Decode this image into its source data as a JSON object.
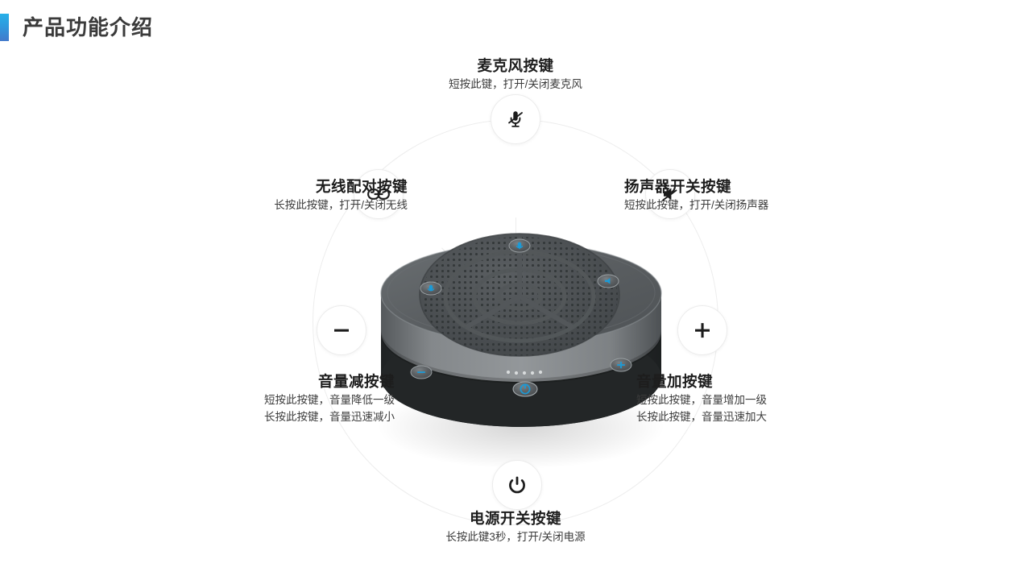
{
  "header": {
    "title": "产品功能介绍",
    "accent_color_top": "#27b0e8",
    "accent_color_bottom": "#4279cb"
  },
  "diagram": {
    "device_name": "会议音箱产品图",
    "led_dot_count": 5,
    "callouts": [
      {
        "id": "microphone",
        "icon": "microphone-mute-icon",
        "title": "麦克风按键",
        "lines": [
          "短按此键，打开/关闭麦克风"
        ],
        "align": "center"
      },
      {
        "id": "wireless-pairing",
        "icon": "link-chain-icon",
        "title": "无线配对按键",
        "lines": [
          "长按此按键，打开/关闭无线"
        ],
        "align": "right"
      },
      {
        "id": "speaker-switch",
        "icon": "speaker-mute-icon",
        "title": "扬声器开关按键",
        "lines": [
          "短按此按键，打开/关闭扬声器"
        ],
        "align": "left"
      },
      {
        "id": "volume-down",
        "icon": "minus-icon",
        "title": "音量减按键",
        "lines": [
          "短按此按键，音量降低一级",
          "长按此按键，音量迅速减小"
        ],
        "align": "right"
      },
      {
        "id": "volume-up",
        "icon": "plus-icon",
        "title": "音量加按键",
        "lines": [
          "短按此按键，音量增加一级",
          "长按此按键，音量迅速加大"
        ],
        "align": "left"
      },
      {
        "id": "power",
        "icon": "power-icon",
        "title": "电源开关按键",
        "lines": [
          "长按此键3秒，打开/关闭电源"
        ],
        "align": "center"
      }
    ],
    "device_colors": {
      "top_plate": "#5c6063",
      "grille": "#4a4e51",
      "mid_band": "#7d8285",
      "base": "#2b2e30",
      "button_accent": "#1b9ad6"
    }
  }
}
